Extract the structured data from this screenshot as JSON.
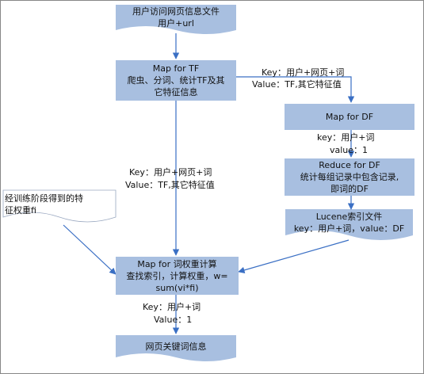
{
  "nodes": {
    "input_doc": {
      "line1": "用户访问网页信息文件",
      "line2": "用户+url"
    },
    "map_tf": {
      "line1": "Map for TF",
      "line2": "爬虫、分词、统计TF及其",
      "line3": "它特征信息"
    },
    "map_df": {
      "line1": "Map for DF"
    },
    "reduce_df": {
      "line1": "Reduce for DF",
      "line2": "统计每组记录中包含记录,",
      "line3": "即词的DF"
    },
    "lucene_doc": {
      "line1": "Lucene索引文件",
      "line2": "key：用户+词，value：DF"
    },
    "train_weight": {
      "line1": "经训练阶段得到的特",
      "line2": "征权重fi"
    },
    "map_weight": {
      "line1": "Map for 词权重计算",
      "line2": "查找索引，计算权重，w=",
      "line3": "sum(vi*fi)"
    },
    "output_doc": {
      "line1": "网页关键词信息"
    }
  },
  "edge_labels": {
    "tf_to_df": {
      "key": "Key：用户+网页+词",
      "value": "Value：TF,其它特征值"
    },
    "df_to_reduce": {
      "key": "key：用户+词",
      "value": "value：1"
    },
    "tf_to_weight": {
      "key": "Key：用户+网页+词",
      "value": "Value：TF,其它特征值"
    },
    "weight_to_output": {
      "key": "Key：用户+词",
      "value": "Value：1"
    }
  },
  "colors": {
    "box_fill": "#a8bfe0",
    "arrow": "#3a6fc4"
  }
}
